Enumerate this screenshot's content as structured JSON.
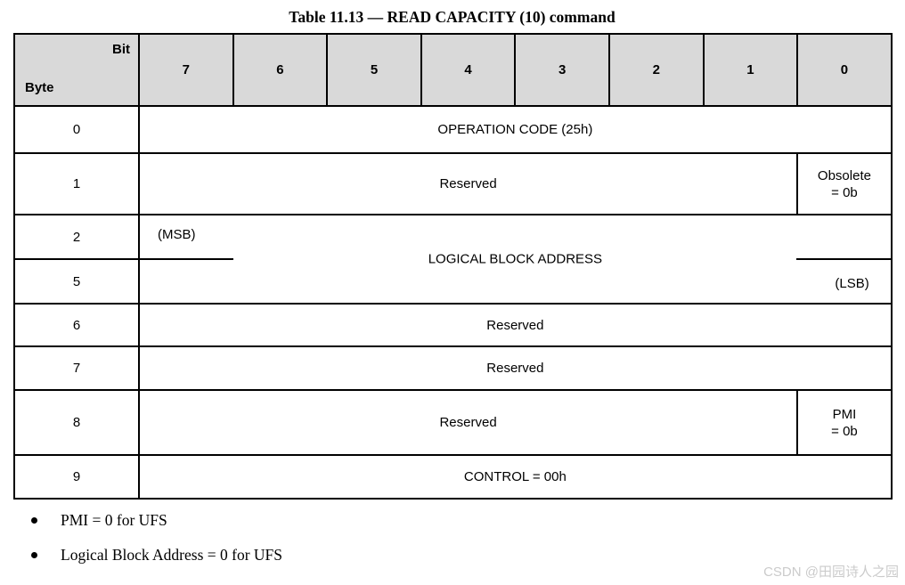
{
  "title": "Table 11.13 — READ CAPACITY (10) command",
  "table": {
    "corner": {
      "top": "Bit",
      "bottom": "Byte"
    },
    "bit_headers": [
      "7",
      "6",
      "5",
      "4",
      "3",
      "2",
      "1",
      "0"
    ],
    "rows": {
      "row0": {
        "byte": "0",
        "value": "OPERATION CODE (25h)"
      },
      "row1": {
        "byte": "1",
        "main": "Reserved",
        "bit0_line1": "Obsolete",
        "bit0_line2": "= 0b"
      },
      "lba": {
        "byte_top": "2",
        "byte_bottom": "5",
        "msb": "(MSB)",
        "label": "LOGICAL BLOCK ADDRESS",
        "lsb": "(LSB)"
      },
      "row6": {
        "byte": "6",
        "value": "Reserved"
      },
      "row7": {
        "byte": "7",
        "value": "Reserved"
      },
      "row8": {
        "byte": "8",
        "main": "Reserved",
        "bit0_line1": "PMI",
        "bit0_line2": "= 0b"
      },
      "row9": {
        "byte": "9",
        "value": "CONTROL = 00h"
      }
    }
  },
  "notes": [
    "PMI = 0 for UFS",
    "Logical Block Address = 0 for UFS"
  ],
  "watermark": "CSDN @田园诗人之园",
  "colors": {
    "header_bg": "#d9d9d9",
    "border": "#000000",
    "watermark_text": "#cbcbcb"
  }
}
